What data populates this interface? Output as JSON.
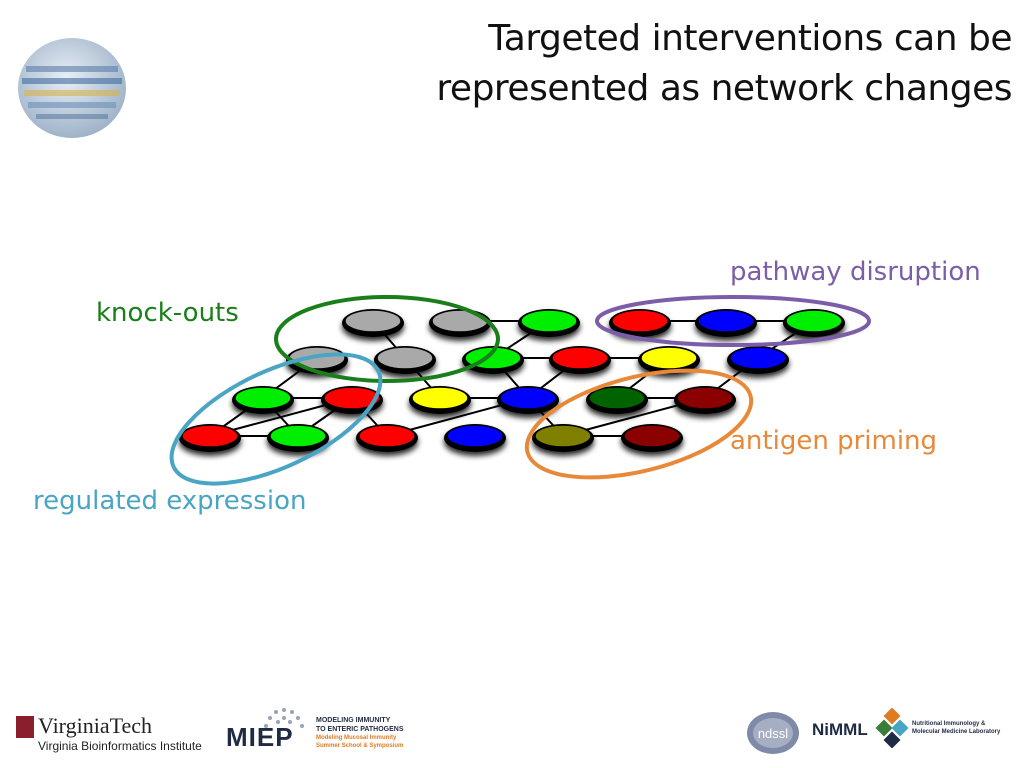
{
  "title": {
    "line1": "Targeted interventions can be",
    "line2": "represented as network changes"
  },
  "labels": {
    "knockouts": "knock-outs",
    "pathway": "pathway disruption",
    "antigen": "antigen priming",
    "regulated": "regulated expression"
  },
  "colors": {
    "knockouts": "#1a7f1a",
    "pathway": "#7b5ea7",
    "antigen": "#e8893a",
    "regulated": "#4aa5c4"
  },
  "network": {
    "nodes": [
      {
        "id": "n1",
        "color": "#a9a9a9"
      },
      {
        "id": "n2",
        "color": "#a9a9a9"
      },
      {
        "id": "n3",
        "color": "#00ee00"
      },
      {
        "id": "n4",
        "color": "#ff0000"
      },
      {
        "id": "n5",
        "color": "#0000ff"
      },
      {
        "id": "n6",
        "color": "#00ee00"
      },
      {
        "id": "n7",
        "color": "#a9a9a9"
      },
      {
        "id": "n8",
        "color": "#a9a9a9"
      },
      {
        "id": "n9",
        "color": "#00ee00"
      },
      {
        "id": "n10",
        "color": "#ff0000"
      },
      {
        "id": "n11",
        "color": "#ffff00"
      },
      {
        "id": "n12",
        "color": "#0000ff"
      },
      {
        "id": "n13",
        "color": "#00ee00"
      },
      {
        "id": "n14",
        "color": "#ff0000"
      },
      {
        "id": "n15",
        "color": "#ffff00"
      },
      {
        "id": "n16",
        "color": "#0000ff"
      },
      {
        "id": "n17",
        "color": "#006400"
      },
      {
        "id": "n18",
        "color": "#8b0000"
      },
      {
        "id": "n19",
        "color": "#ff0000"
      },
      {
        "id": "n20",
        "color": "#00ee00"
      },
      {
        "id": "n21",
        "color": "#ff0000"
      },
      {
        "id": "n22",
        "color": "#0000ff"
      },
      {
        "id": "n23",
        "color": "#808000"
      },
      {
        "id": "n24",
        "color": "#8b0000"
      }
    ]
  },
  "footer": {
    "vt_name": "VirginiaTech",
    "vt_sub": "Virginia Bioinformatics Institute",
    "miep": "MIEP",
    "miep_line1": "MODELING IMMUNITY",
    "miep_line2": "TO ENTERIC PATHOGENS",
    "miep_line3": "Modeling Mucosal Immunity",
    "miep_line4": "Summer School & Symposium",
    "ndssl": "ndssl",
    "nimml": "NiMML",
    "nimml_line1": "Nutritional Immunology &",
    "nimml_line2": "Molecular Medicine Laboratory"
  }
}
